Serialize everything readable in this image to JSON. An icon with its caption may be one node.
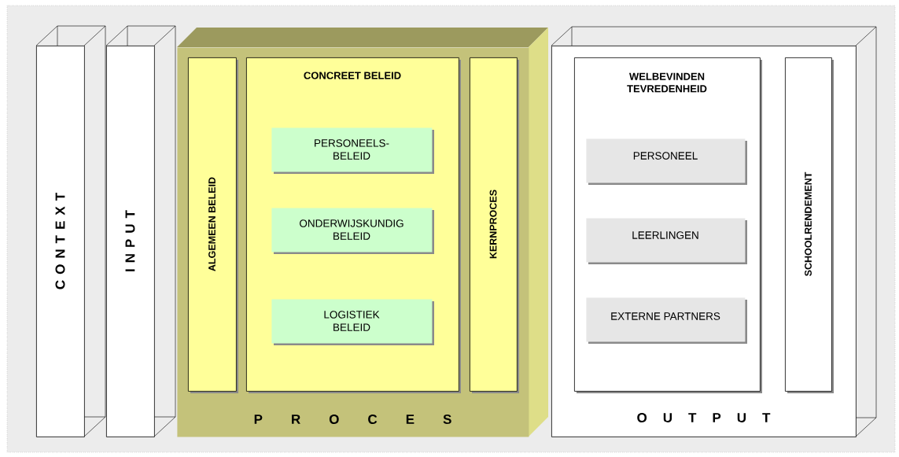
{
  "diagram": {
    "nodes": [
      {
        "text": [
          "C O N T E X T"
        ]
      },
      {
        "text": [
          "I N P U T"
        ]
      },
      {
        "text": [
          "P R O C E S"
        ]
      },
      {
        "text": [
          "ALGEMEEN BELEID"
        ],
        "in": 2
      },
      {
        "text": [
          "CONCREET BELEID"
        ],
        "in": 2
      },
      {
        "text": [
          "PERSONEELS- BELEID"
        ],
        "in": 4
      },
      {
        "text": [
          "ONDERWIJSKUNDIG BELEID"
        ],
        "in": 4
      },
      {
        "text": [
          "LOGISTIEK BELEID"
        ],
        "in": 4
      },
      {
        "text": [
          "KERNPROCES"
        ],
        "in": 2
      },
      {
        "text": [
          "O U T P U T"
        ]
      },
      {
        "text": [
          "WELBEVINDEN TEVREDENHEID"
        ],
        "in": 9
      },
      {
        "text": [
          "PERSONEEL"
        ],
        "in": 10
      },
      {
        "text": [
          "LEERLINGEN"
        ],
        "in": 10
      },
      {
        "text": [
          "EXTERNE PARTNERS"
        ],
        "in": 10
      },
      {
        "text": [
          "SCHOOLRENDEMENT"
        ],
        "in": 9
      }
    ]
  }
}
